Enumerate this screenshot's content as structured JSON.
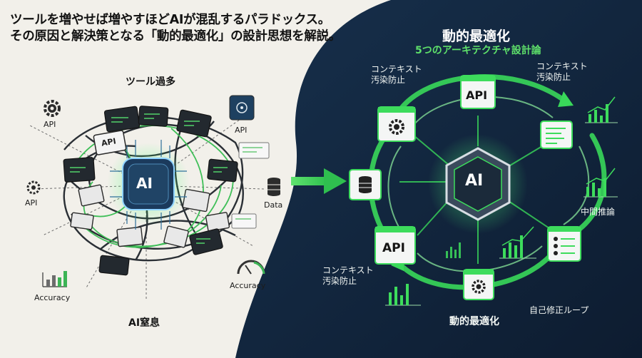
{
  "header": {
    "line1": "ツールを増やせば増やすほどAIが混乱するパラドックス。",
    "line2": "その原因と解決策となる「動的最適化」の設計思想を解説。"
  },
  "left_panel": {
    "top_label": "ツール過多",
    "bottom_label": "AI窒息",
    "core_label": "AI",
    "labels": {
      "api_gear": "API",
      "api_chip": "API",
      "api_left": "API",
      "data": "Data",
      "accuracy_left": "Accuracy",
      "accuracy_right": "Accuracy",
      "card": "API"
    }
  },
  "right_panel": {
    "title": "動的最適化",
    "subtitle": "5つのアーキテクチャ設計論",
    "core_label": "AI",
    "card_top": "API",
    "card_left": "API",
    "labels": {
      "top_left": [
        "コンテキスト",
        "汚染防止"
      ],
      "top_right": [
        "コンテキスト",
        "汚染防止"
      ],
      "bottom_left": [
        "コンテキスト",
        "汚染防止"
      ],
      "middle_right": "中間推論",
      "bottom_right": "自己修正ループ",
      "bottom_center": "動的最適化"
    }
  },
  "colors": {
    "accent_green": "#3ddc5c",
    "navy": "#12243c",
    "subtitle_green": "#5ee06a"
  }
}
